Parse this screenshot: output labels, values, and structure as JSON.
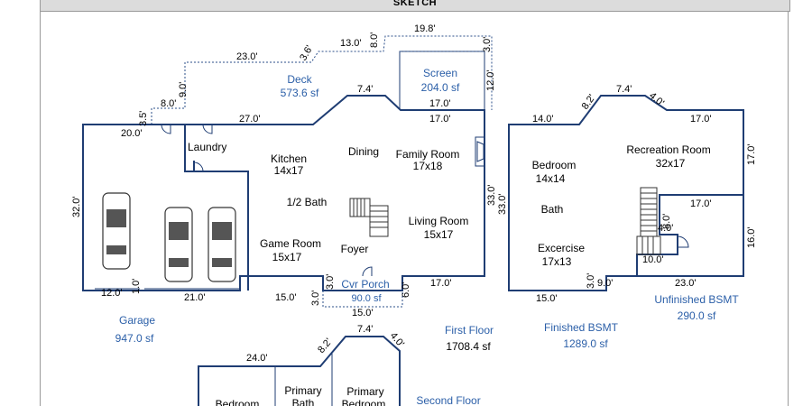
{
  "header": {
    "title": "SKETCH"
  },
  "first_floor": {
    "dims": {
      "deck_top": "19.8'",
      "deck_a": "13.0'",
      "deck_b": "23.0'",
      "deck_c": "3.6'",
      "deck_d": "8.0'",
      "deck_e": "8.0'",
      "deck_f": "9.0'",
      "deck_g": "3.5'",
      "deck_h": "3.0'",
      "deck_i": "12.0'",
      "top_27": "27.0'",
      "top_74": "7.4'",
      "top_170a": "17.0'",
      "top_170b": "17.0'",
      "gar_20": "20.0'",
      "left_32": "32.0'",
      "bot_12": "12.0'",
      "bot_1": "1.0'",
      "bot_21": "21.0'",
      "bot_15": "15.0'",
      "porch_3a": "3.0'",
      "porch_3b": "3.0'",
      "porch_6": "6.0'",
      "porch_15": "15.0'",
      "bot_17": "17.0'",
      "right_33a": "33.0'",
      "right_33b": "33.0'"
    },
    "rooms": {
      "deck": "Deck",
      "deck_area": "573.6 sf",
      "screen": "Screen",
      "screen_area": "204.0 sf",
      "laundry": "Laundry",
      "kitchen": "Kitchen",
      "kitchen_size": "14x17",
      "dining": "Dining",
      "family": "Family Room",
      "family_size": "17x18",
      "half_bath": "1/2 Bath",
      "living": "Living Room",
      "living_size": "15x17",
      "game": "Game Room",
      "game_size": "15x17",
      "foyer": "Foyer",
      "porch": "Cvr Porch",
      "porch_area": "90.0 sf"
    },
    "garage": {
      "label": "Garage",
      "area": "947.0 sf"
    },
    "floor": {
      "label": "First Floor",
      "area": "1708.4 sf"
    }
  },
  "basement": {
    "dims": {
      "top_14": "14.0'",
      "top_82": "8.2'",
      "top_74": "7.4'",
      "top_40": "4.0'",
      "top_17": "17.0'",
      "right_17": "17.0'",
      "inner_17": "17.0'",
      "inner_8": "8.0'",
      "inner_4": "4.0'",
      "inner_10": "10.0'",
      "right_16": "16.0'",
      "bot_15": "15.0'",
      "bot_3": "3.0'",
      "bot_9": "9.0'",
      "bot_23": "23.0'"
    },
    "rooms": {
      "bedroom": "Bedroom",
      "bedroom_size": "14x14",
      "rec": "Recreation Room",
      "rec_size": "32x17",
      "bath": "Bath",
      "exercise": "Excercise",
      "exercise_size": "17x13"
    },
    "finished": {
      "label": "Finished BSMT",
      "area": "1289.0 sf"
    },
    "unfinished": {
      "label": "Unfinished BSMT",
      "area": "290.0 sf"
    }
  },
  "second_floor": {
    "dims": {
      "d_24": "24.0'",
      "d_82": "8.2'",
      "d_74": "7.4'",
      "d_40": "4.0'"
    },
    "rooms": {
      "bedroom": "Bedroom",
      "primary_bath_1": "Primary",
      "primary_bath_2": "Bath",
      "primary_bed_1": "Primary",
      "primary_bed_2": "Bedroom"
    },
    "floor": {
      "label": "Second Floor"
    }
  }
}
